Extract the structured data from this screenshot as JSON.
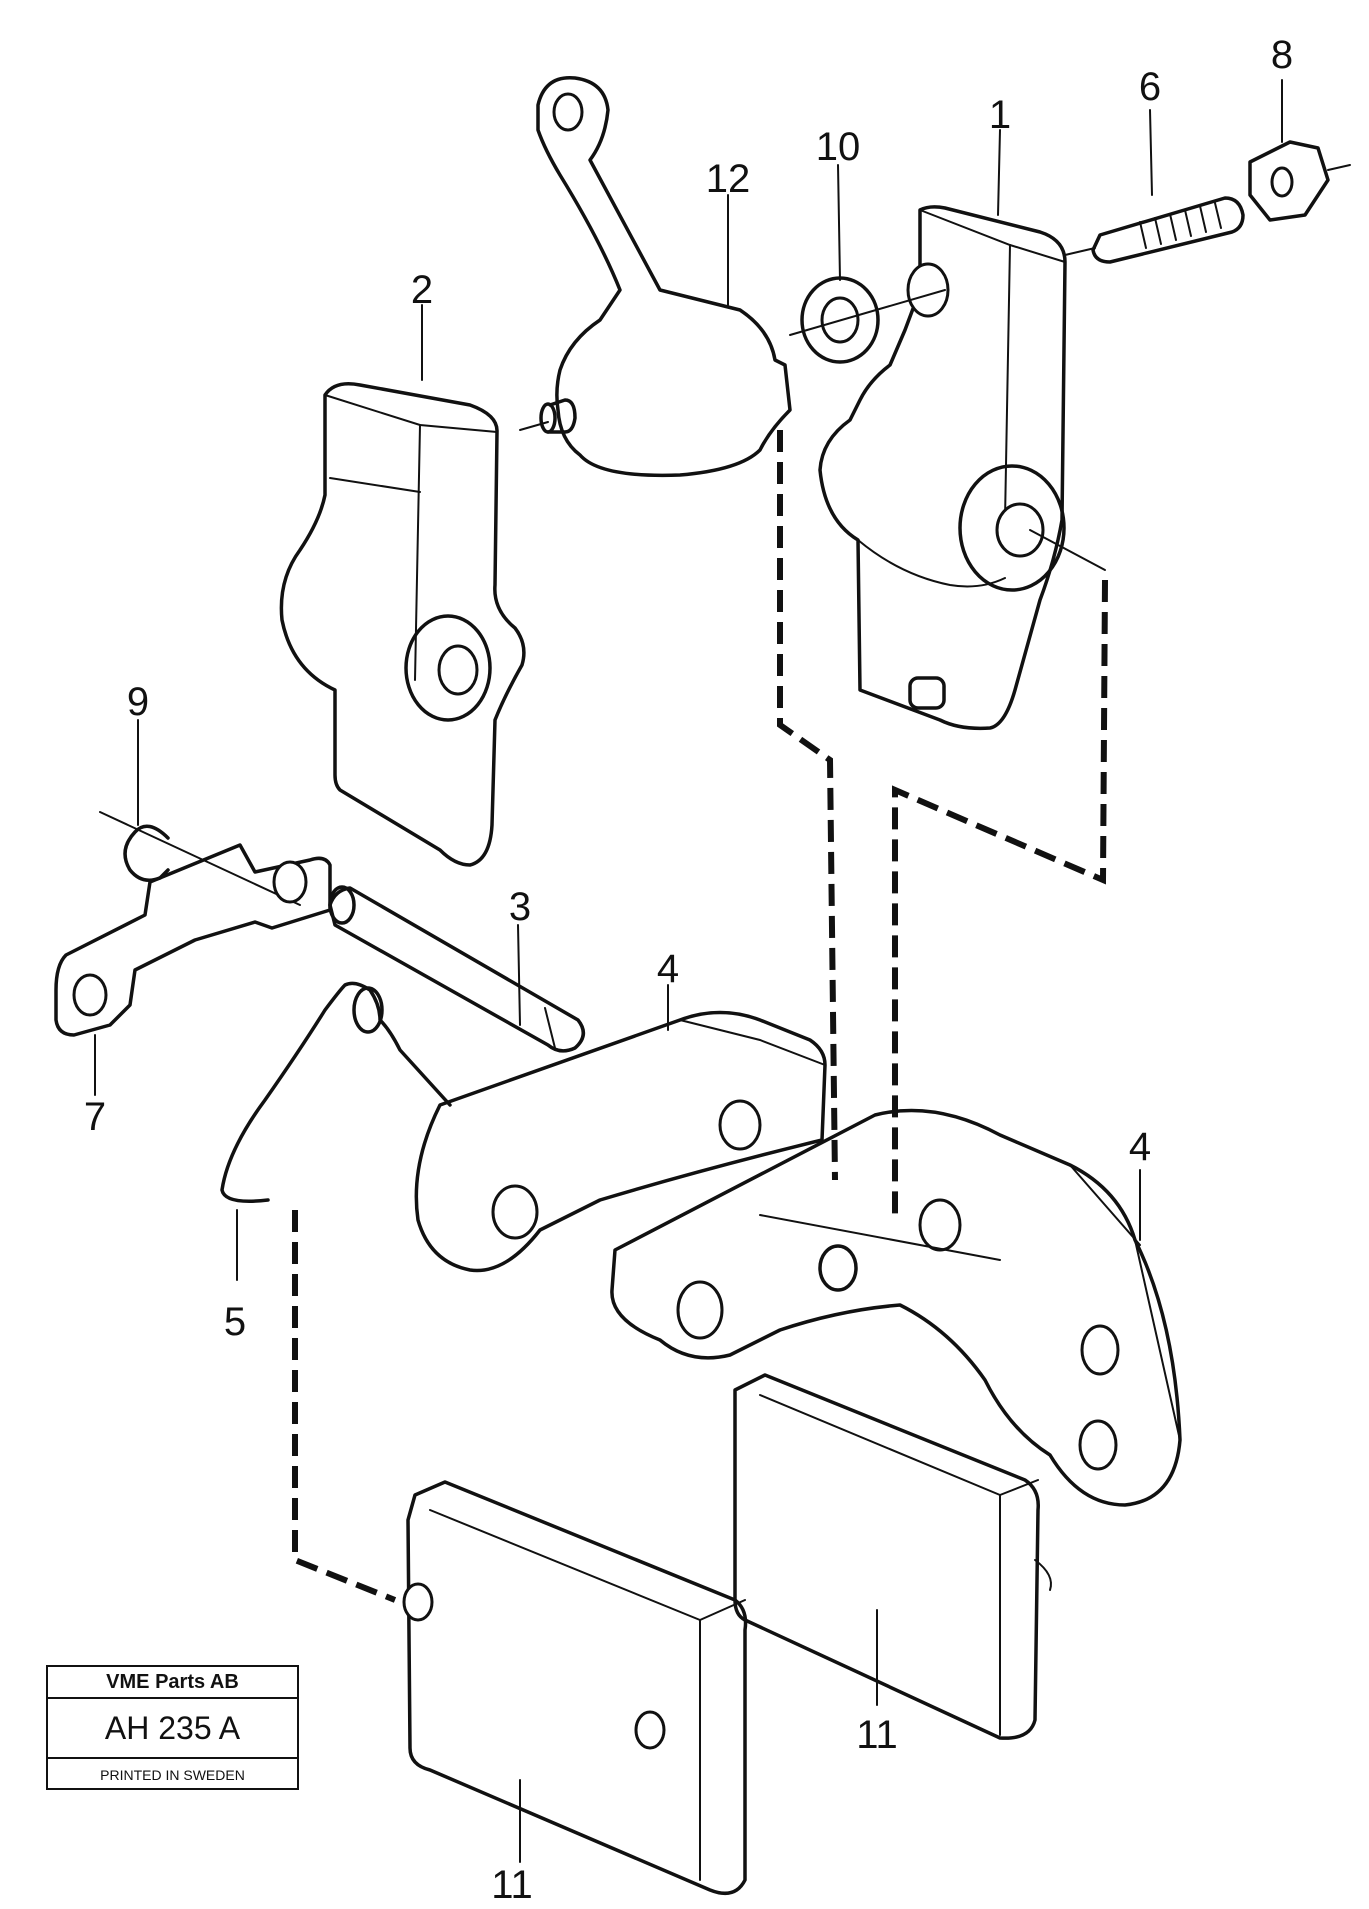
{
  "diagram": {
    "callouts": [
      {
        "id": "1",
        "label": "1"
      },
      {
        "id": "2",
        "label": "2"
      },
      {
        "id": "3",
        "label": "3"
      },
      {
        "id": "4a",
        "label": "4"
      },
      {
        "id": "4b",
        "label": "4"
      },
      {
        "id": "5",
        "label": "5"
      },
      {
        "id": "6",
        "label": "6"
      },
      {
        "id": "7",
        "label": "7"
      },
      {
        "id": "8",
        "label": "8"
      },
      {
        "id": "9",
        "label": "9"
      },
      {
        "id": "10",
        "label": "10"
      },
      {
        "id": "11a",
        "label": "11"
      },
      {
        "id": "11b",
        "label": "11"
      },
      {
        "id": "12",
        "label": "12"
      }
    ],
    "title_block": {
      "company": "VME Parts AB",
      "code": "AH 235 A",
      "printed": "PRINTED IN SWEDEN"
    }
  }
}
